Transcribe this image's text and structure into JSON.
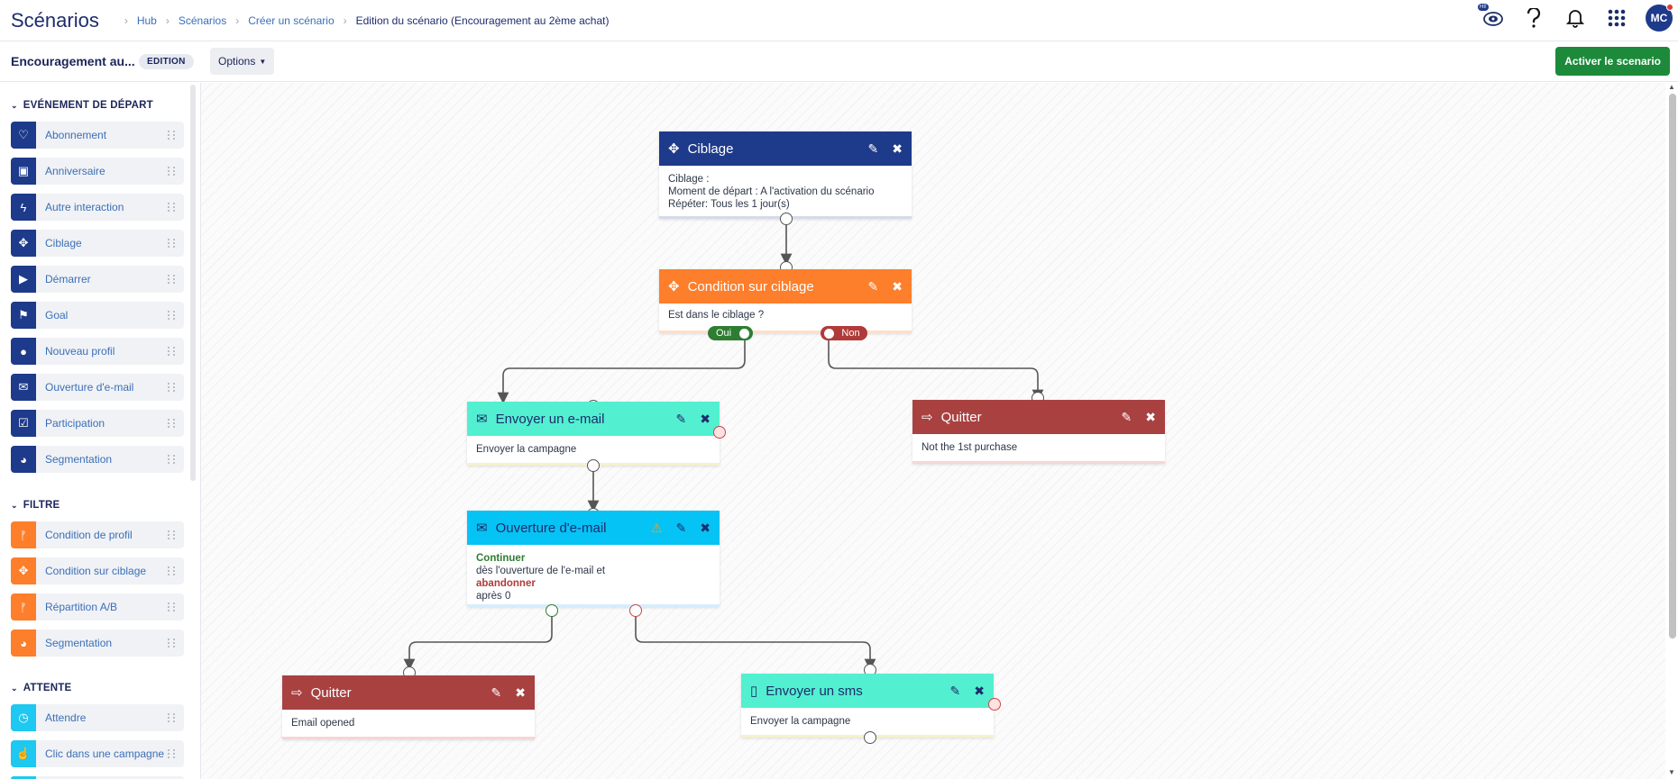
{
  "header": {
    "app_title": "Scénarios",
    "breadcrumb": [
      "Hub",
      "Scénarios",
      "Créer un scénario",
      "Edition du scénario (Encouragement au 2ème achat)"
    ],
    "hi_badge": "HI!",
    "avatar_initials": "MC"
  },
  "toolbar": {
    "scenario_name": "Encouragement au...",
    "edition_badge": "EDITION",
    "options_label": "Options",
    "activate_label": "Activer le scenario"
  },
  "sidebar": {
    "sections": [
      {
        "title": "EVÉNEMENT DE DÉPART",
        "items": [
          {
            "label": "Abonnement",
            "icon": "heart-icon"
          },
          {
            "label": "Anniversaire",
            "icon": "gift-icon"
          },
          {
            "label": "Autre interaction",
            "icon": "bolt-icon"
          },
          {
            "label": "Ciblage",
            "icon": "crosshair-icon"
          },
          {
            "label": "Démarrer",
            "icon": "play-icon"
          },
          {
            "label": "Goal",
            "icon": "flag-icon"
          },
          {
            "label": "Nouveau profil",
            "icon": "user-icon"
          },
          {
            "label": "Ouverture d'e-mail",
            "icon": "envelope-open-icon"
          },
          {
            "label": "Participation",
            "icon": "checkbox-icon"
          },
          {
            "label": "Segmentation",
            "icon": "pie-chart-icon"
          }
        ]
      },
      {
        "title": "FILTRE",
        "items": [
          {
            "label": "Condition de profil",
            "icon": "fork-icon"
          },
          {
            "label": "Condition sur ciblage",
            "icon": "crosshair-icon"
          },
          {
            "label": "Répartition A/B",
            "icon": "fork-icon"
          },
          {
            "label": "Segmentation",
            "icon": "pie-chart-icon"
          }
        ]
      },
      {
        "title": "ATTENTE",
        "items": [
          {
            "label": "Attendre",
            "icon": "clock-icon"
          },
          {
            "label": "Clic dans une campagne",
            "icon": "pointer-icon"
          }
        ]
      }
    ]
  },
  "colors": {
    "start": "#1e3a8a",
    "filter": "#fd7e2b",
    "wait": "#1ec8f0",
    "exit": "#a94141",
    "action": "#52f0d0",
    "email_open": "#06c3f5",
    "yes": "#2e7d32",
    "no": "#b03a3a",
    "activate": "#1c8a3a"
  },
  "nodes": {
    "ciblage": {
      "title": "Ciblage",
      "lines": [
        "Ciblage :",
        "Moment de départ : A l'activation du scénario",
        "Répéter: Tous les 1 jour(s)"
      ]
    },
    "condition": {
      "title": "Condition sur ciblage",
      "lines": [
        "Est dans le ciblage ?"
      ],
      "yes": "Oui",
      "no": "Non"
    },
    "email": {
      "title": "Envoyer un e-mail",
      "lines": [
        "Envoyer la campagne"
      ]
    },
    "quitter_right": {
      "title": "Quitter",
      "lines": [
        "Not the 1st purchase"
      ]
    },
    "ouverture": {
      "title": "Ouverture d'e-mail",
      "continue": "Continuer",
      "line2": "dès l'ouverture de l'e-mail et",
      "abandon": "abandonner",
      "line4": "après 0"
    },
    "quitter_left": {
      "title": "Quitter",
      "lines": [
        "Email opened"
      ]
    },
    "sms": {
      "title": "Envoyer un sms",
      "lines": [
        "Envoyer la campagne"
      ]
    }
  }
}
